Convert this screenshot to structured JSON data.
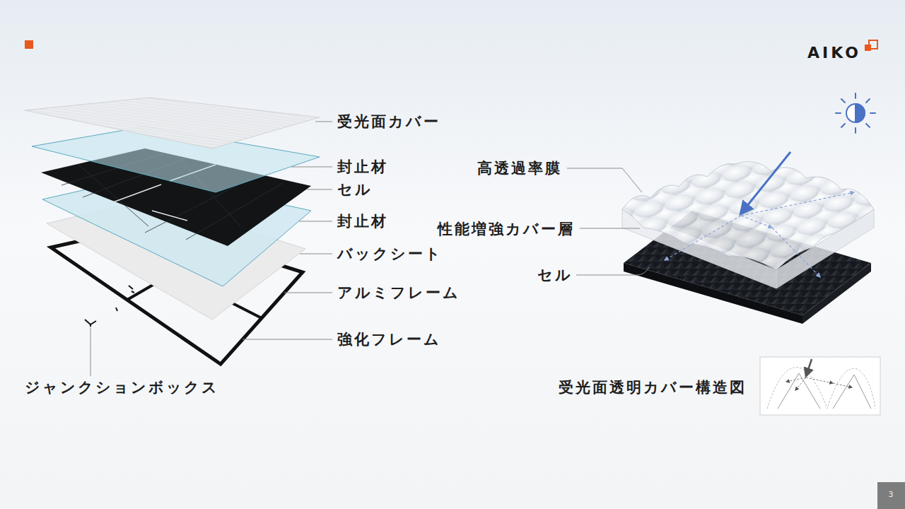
{
  "diagram": {
    "labels": [
      "AIKO",
      "受光面カバー",
      "封止材",
      "セル",
      "封止材",
      "バックシート",
      "アルミフレーム",
      "強化フレーム",
      "ジャンクションボックス",
      "高透過率膜",
      "性能増強カバー層",
      "セル",
      "受光面透明カバー構造図",
      "3"
    ]
  }
}
